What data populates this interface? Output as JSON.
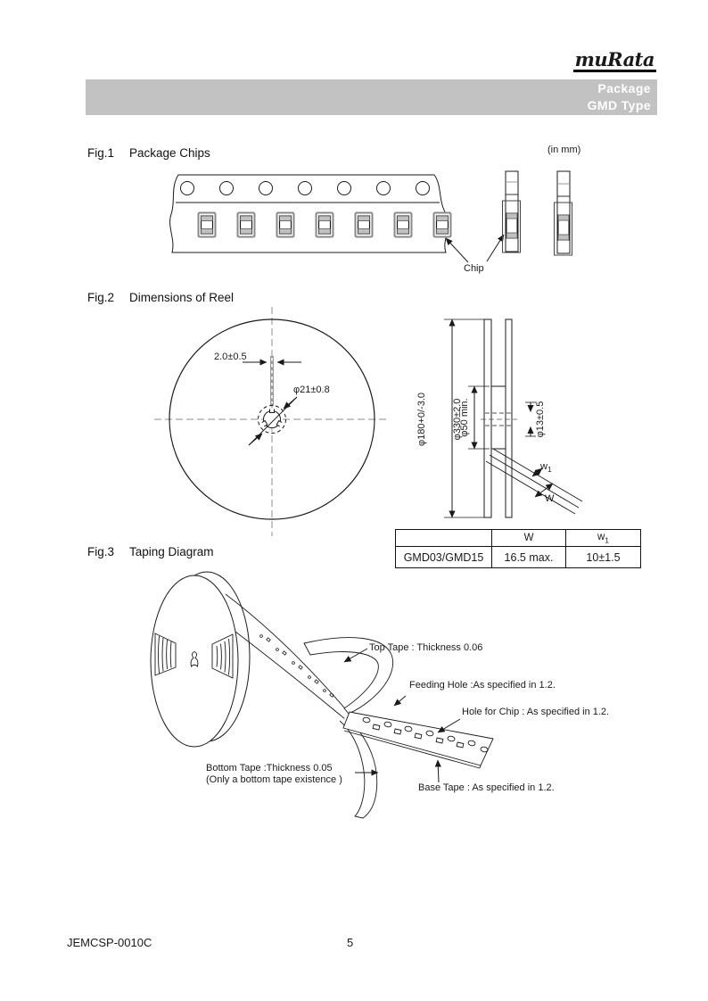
{
  "header": {
    "logo_text": "muRata",
    "banner": {
      "line1": "Package",
      "line2": "GMD Type",
      "bg_color": "#c2c2c2",
      "text_color": "#ffffff"
    }
  },
  "fig1": {
    "fig_no": "Fig.1",
    "title": "Package Chips",
    "unit_note": "(in mm)",
    "chip_label": "Chip",
    "sprocket_hole_count": 7,
    "chip_pocket_count": 7
  },
  "fig2": {
    "fig_no": "Fig.2",
    "title": "Dimensions of Reel",
    "dim_slot_width": "2.0±0.5",
    "dim_hub_hole": "φ21±0.8",
    "dim_outer_1": "φ180+0/-3.0",
    "dim_outer_2": "φ330±2.0",
    "dim_hub_zone": "φ50 min.",
    "dim_center_hole": "φ13±0.5",
    "dim_w_label": "W",
    "dim_w1_main": "w",
    "dim_w1_sub": "1"
  },
  "table": {
    "headers": {
      "w": "W",
      "w1_main": "w",
      "w1_sub": "1"
    },
    "row": {
      "model": "GMD03/GMD15",
      "w_value": "16.5 max.",
      "w1_value": "10±1.5"
    }
  },
  "fig3": {
    "fig_no": "Fig.3",
    "title": "Taping Diagram",
    "label_top_tape": "Top Tape : Thickness 0.06",
    "label_feeding_hole": "Feeding Hole :As specified in 1.2.",
    "label_hole_for_chip": "Hole for Chip : As specified in 1.2.",
    "label_base_tape": "Base Tape : As specified in 1.2.",
    "label_bottom_tape_1": "Bottom Tape :Thickness 0.05",
    "label_bottom_tape_2": "(Only a bottom tape existence )"
  },
  "footer": {
    "doc_code": "JEMCSP-0010C",
    "page_number": "5"
  }
}
